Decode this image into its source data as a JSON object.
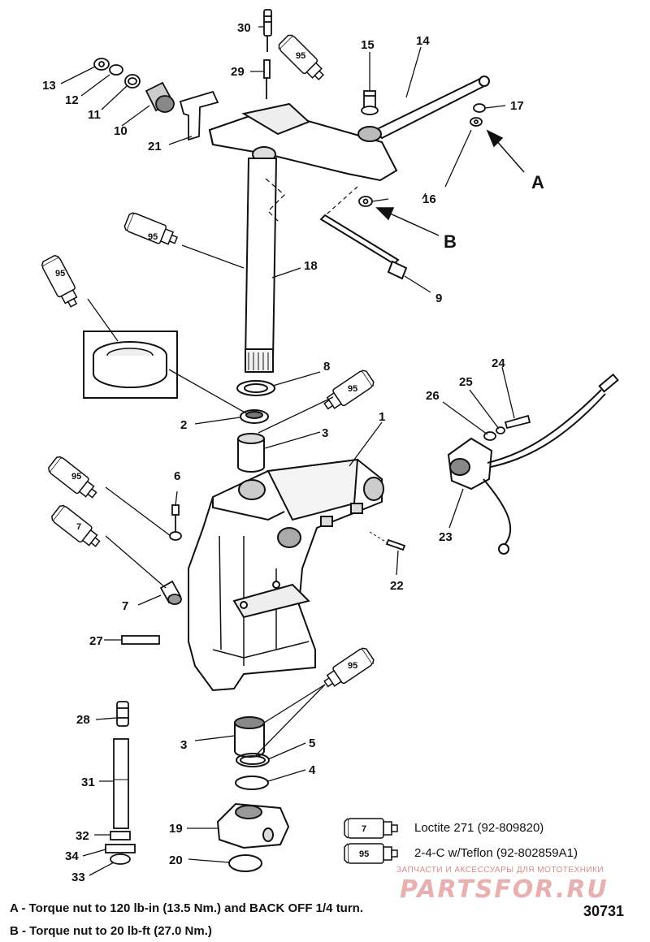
{
  "callouts": {
    "n1": "1",
    "n2": "2",
    "n3a": "3",
    "n3b": "3",
    "n4": "4",
    "n5": "5",
    "n6": "6",
    "n7a": "7",
    "n8": "8",
    "n9": "9",
    "n10": "10",
    "n11": "11",
    "n12": "12",
    "n13": "13",
    "n14": "14",
    "n15": "15",
    "n16": "16",
    "n17": "17",
    "n18": "18",
    "n19": "19",
    "n20": "20",
    "n21": "21",
    "n22": "22",
    "n23": "23",
    "n24": "24",
    "n25": "25",
    "n26": "26",
    "n27": "27",
    "n28": "28",
    "n29": "29",
    "n30": "30",
    "n31": "31",
    "n32": "32",
    "n33": "33",
    "n34": "34",
    "letterA": "A",
    "letterB": "B"
  },
  "tubes": {
    "t95": "95",
    "t7": "7"
  },
  "legend": [
    {
      "tube": "7",
      "text": "Loctite 271 (92-809820)"
    },
    {
      "tube": "95",
      "text": "2-4-C w/Teflon (92-802859A1)"
    }
  ],
  "notes": {
    "a": "A - Torque nut to 120 lb-in (13.5 Nm.) and BACK OFF 1/4 turn.",
    "b": "B - Torque nut to 20 lb-ft (27.0 Nm.)"
  },
  "figure_number": "30731",
  "watermark": {
    "tagline": "ЗАПЧАСТИ И АКСЕССУАРЫ ДЛЯ МОТОТЕХНИКИ",
    "logo": "PARTSFOR.RU"
  }
}
